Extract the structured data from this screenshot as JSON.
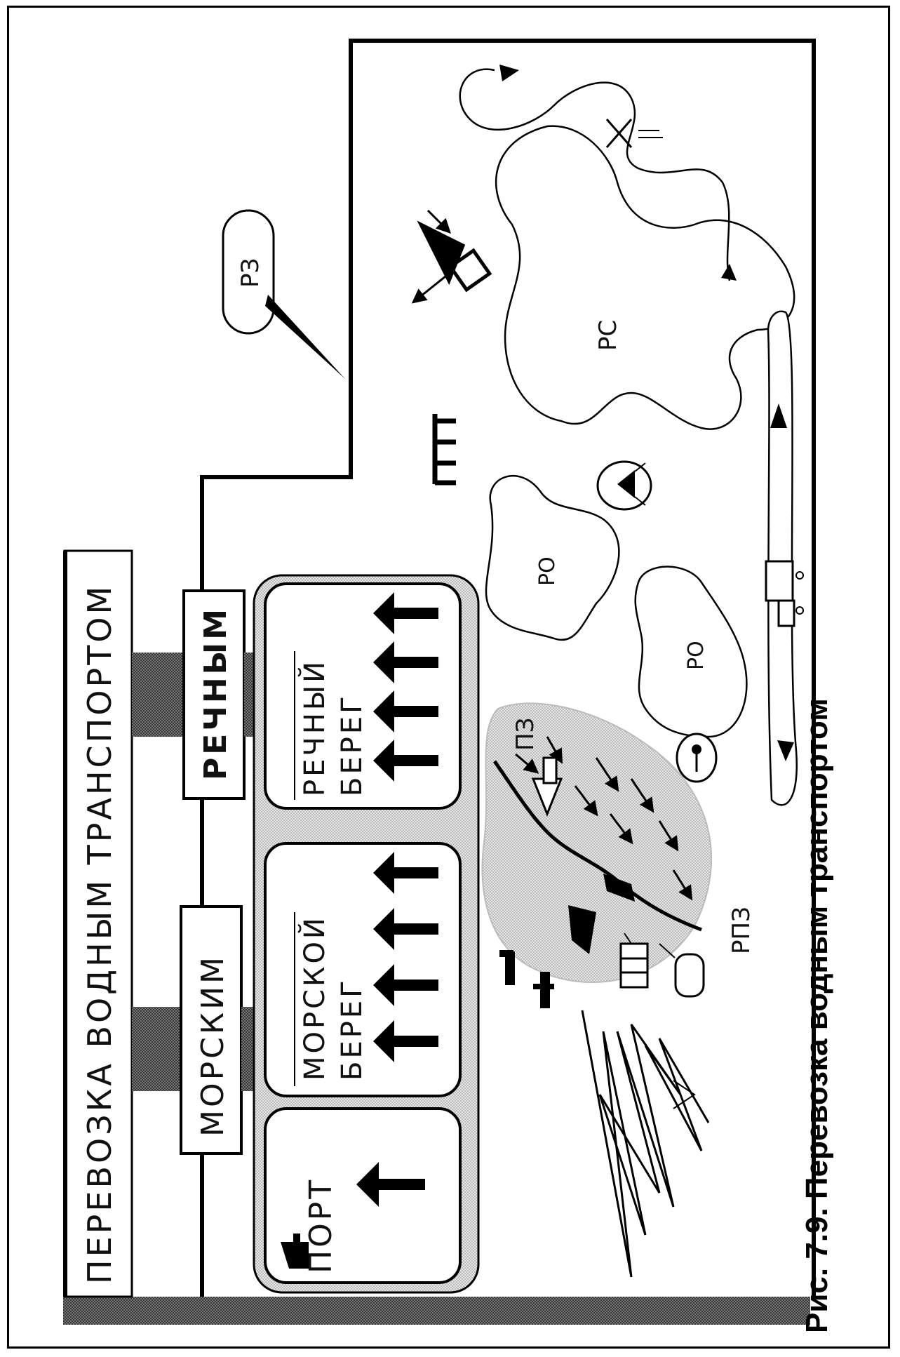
{
  "figure": {
    "header_title": "ПЕРЕВОЗКА ВОДНЫМ ТРАНСПОРТОМ",
    "branch_sea": "МОРСКИМ",
    "branch_river": "РЕЧНЫМ",
    "box_port": "ПОРТ",
    "box_sea_shore_line1": "МОРСКОЙ",
    "box_sea_shore_line2": "БЕРЕГ",
    "box_river_shore_line1": "РЕЧНЫЙ",
    "box_river_shore_line2": "БЕРЕГ",
    "zone_rz": "РЗ",
    "zone_rs": "РС",
    "zone_ro_1": "РО",
    "zone_ro_2": "РО",
    "zone_pz": "ПЗ",
    "zone_rpz": "РПЗ",
    "caption": "Рис. 7.9. Перевозка водным транспортом"
  }
}
